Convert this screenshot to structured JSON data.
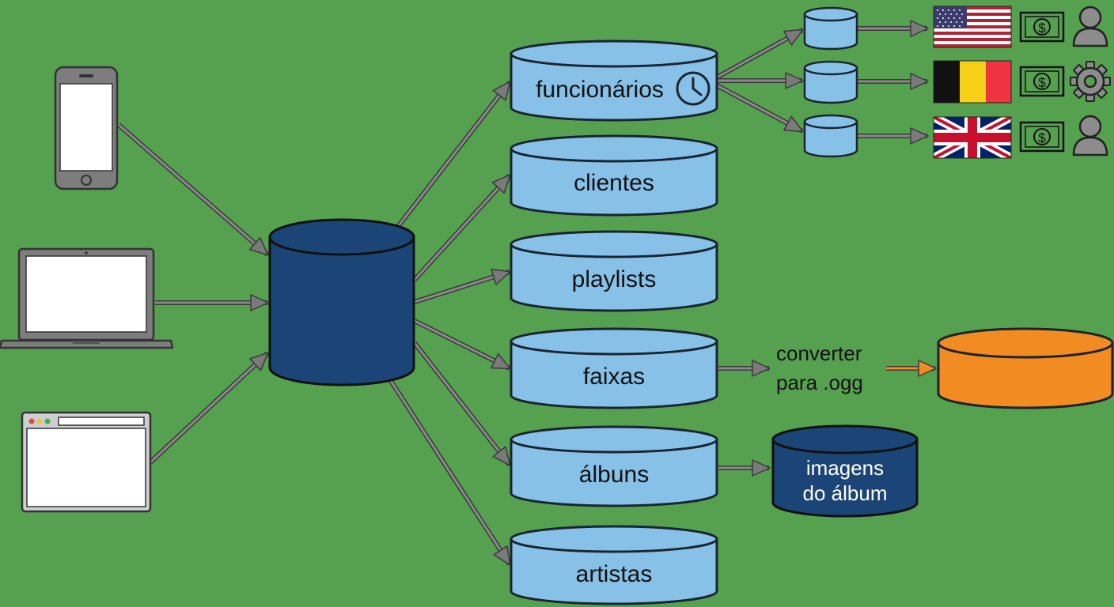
{
  "colors": {
    "background": "#55a150",
    "central_db": "#1c4577",
    "table_db": "#87c1e8",
    "orange_db": "#f28c22",
    "outline": "#1b2430",
    "arrow": "#707070",
    "arrow_orange": "#f28c22"
  },
  "devices": [
    {
      "name": "smartphone",
      "icon": "phone-icon"
    },
    {
      "name": "laptop",
      "icon": "laptop-icon"
    },
    {
      "name": "web-browser",
      "icon": "browser-window-icon"
    }
  ],
  "central_database": {
    "icon": "database-icon",
    "label": ""
  },
  "tables": [
    {
      "id": "funcionarios",
      "label": "funcionários",
      "icon": "clock-icon"
    },
    {
      "id": "clientes",
      "label": "clientes"
    },
    {
      "id": "playlists",
      "label": "playlists"
    },
    {
      "id": "faixas",
      "label": "faixas"
    },
    {
      "id": "albuns",
      "label": "álbuns"
    },
    {
      "id": "artistas",
      "label": "artistas"
    }
  ],
  "regional_dbs": [
    {
      "flag": "usa-flag-icon",
      "money": "dollar-bill-icon",
      "person": "user-icon"
    },
    {
      "flag": "belgium-flag-icon",
      "money": "dollar-bill-icon",
      "person": "gear-icon"
    },
    {
      "flag": "uk-flag-icon",
      "money": "dollar-bill-icon",
      "person": "user-icon"
    }
  ],
  "money_symbol": "$",
  "convert": {
    "line1": "converter",
    "line2": "para .ogg"
  },
  "album_images": {
    "line1": "imagens",
    "line2": "do álbum"
  }
}
